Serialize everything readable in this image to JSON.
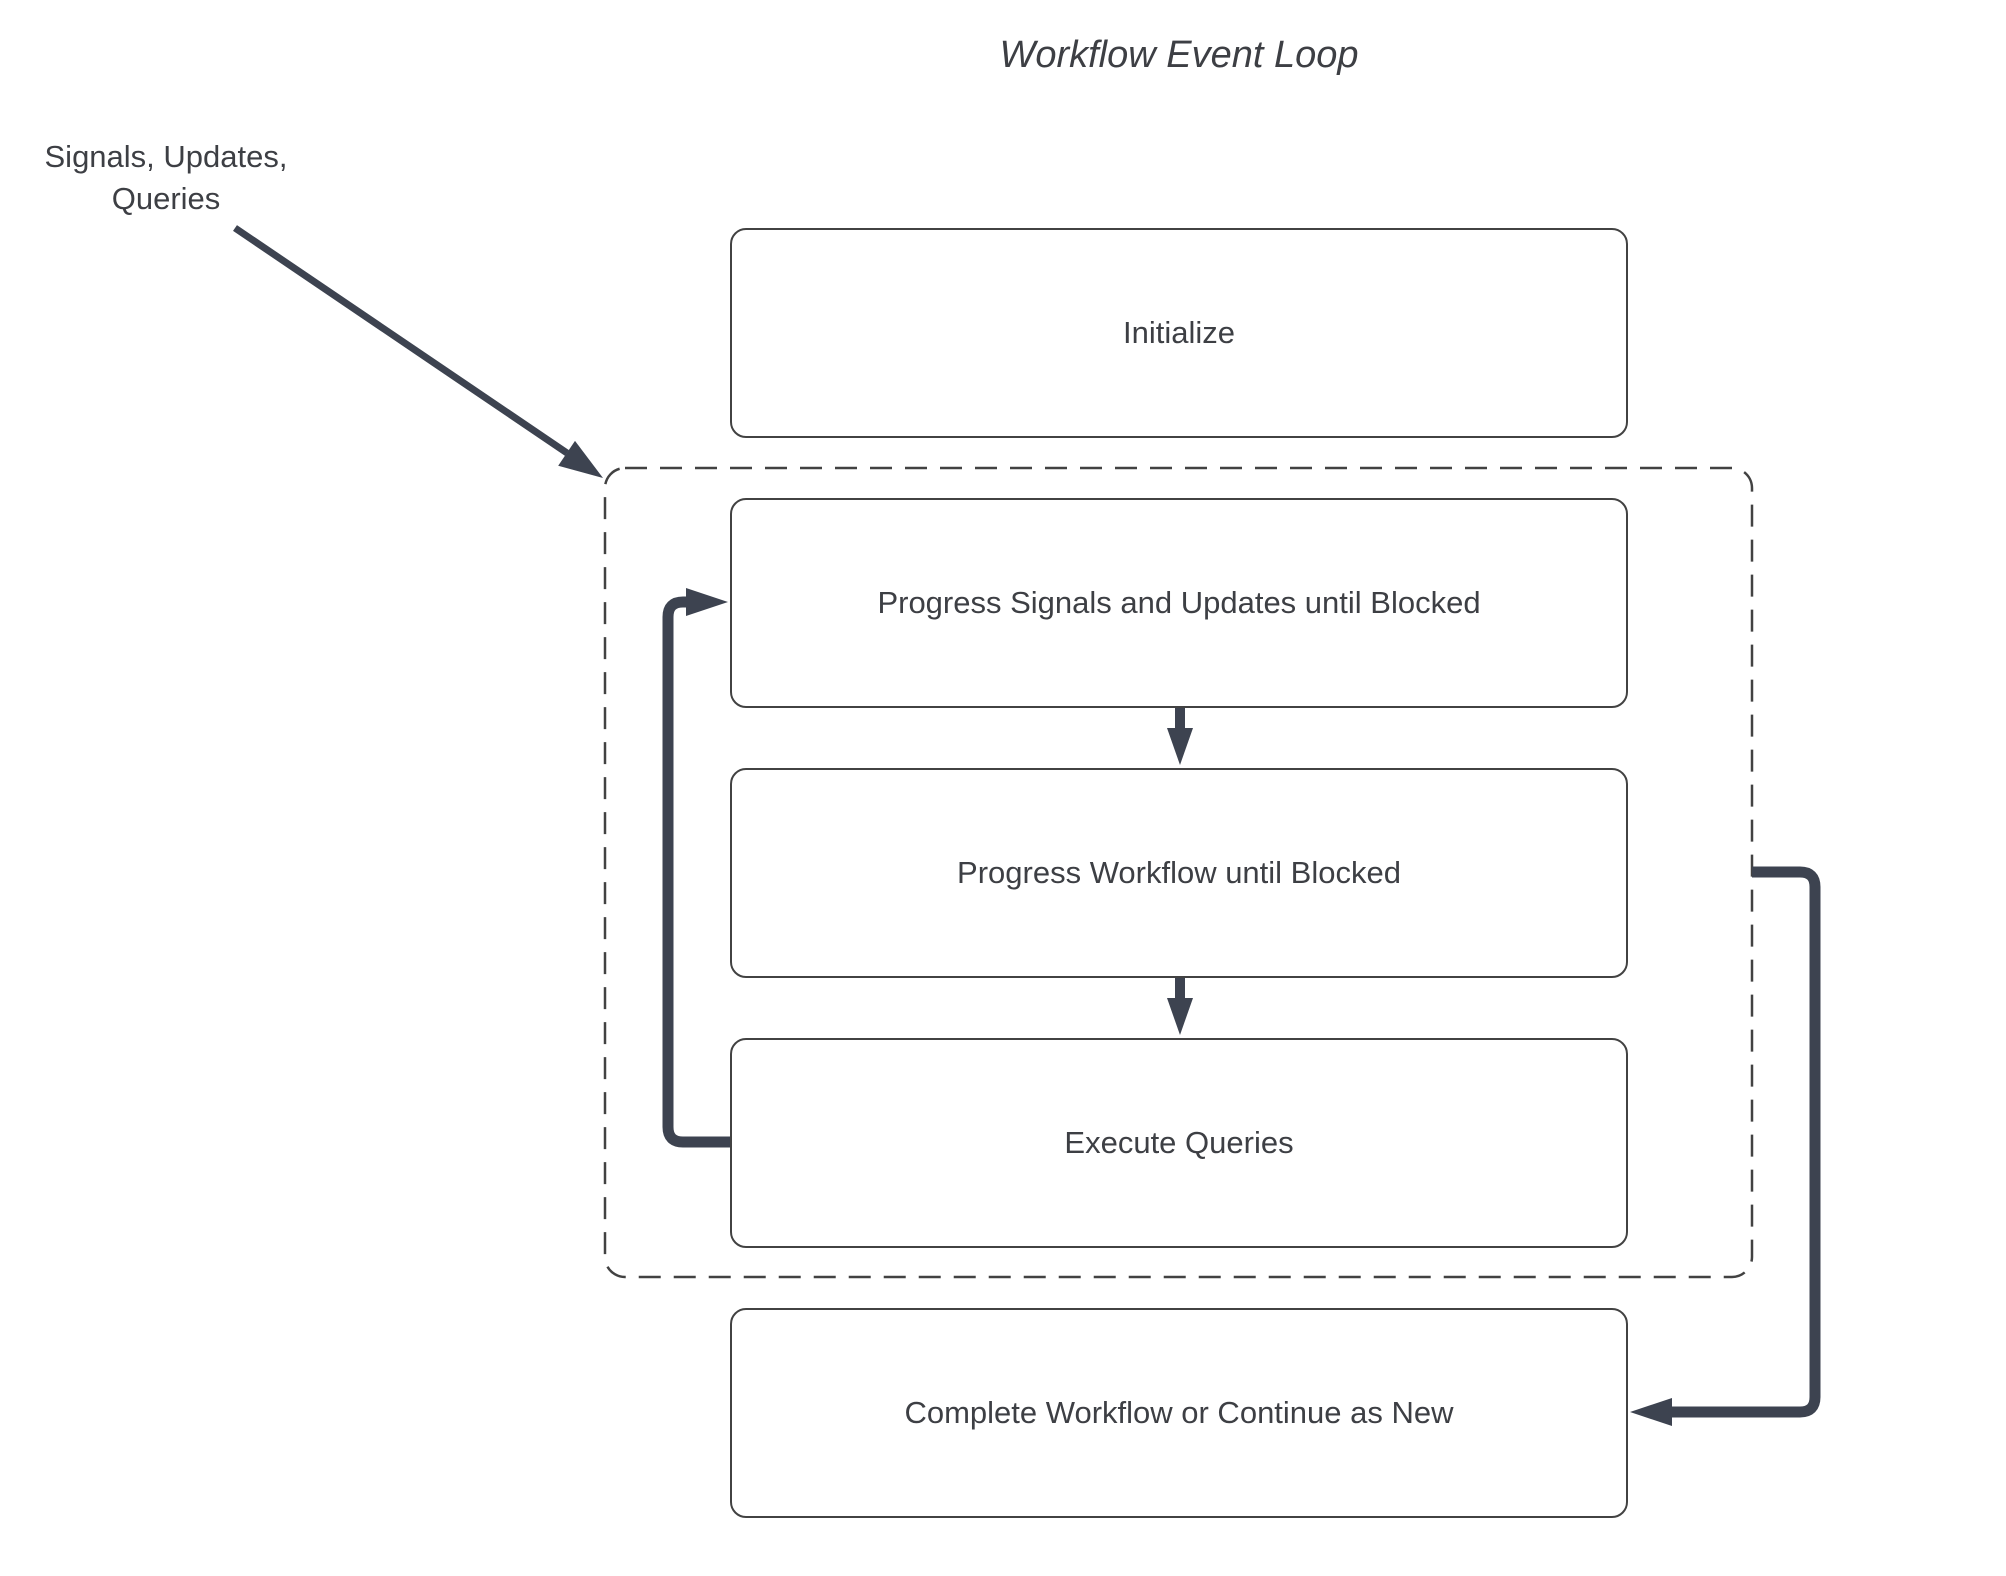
{
  "title": "Workflow Event Loop",
  "annotation": {
    "lines": [
      "Signals, Updates,",
      "Queries"
    ]
  },
  "nodes": {
    "initialize": {
      "label": "Initialize"
    },
    "progress_signals_updates": {
      "label": "Progress Signals and Updates until Blocked"
    },
    "progress_workflow": {
      "label": "Progress Workflow until Blocked"
    },
    "execute_queries": {
      "label": "Execute Queries"
    },
    "complete_workflow": {
      "label": "Complete Workflow or Continue as New"
    }
  },
  "colors": {
    "arrow": "#3d4350",
    "border": "#424242",
    "text": "#3d3f44",
    "bg": "#ffffff"
  }
}
